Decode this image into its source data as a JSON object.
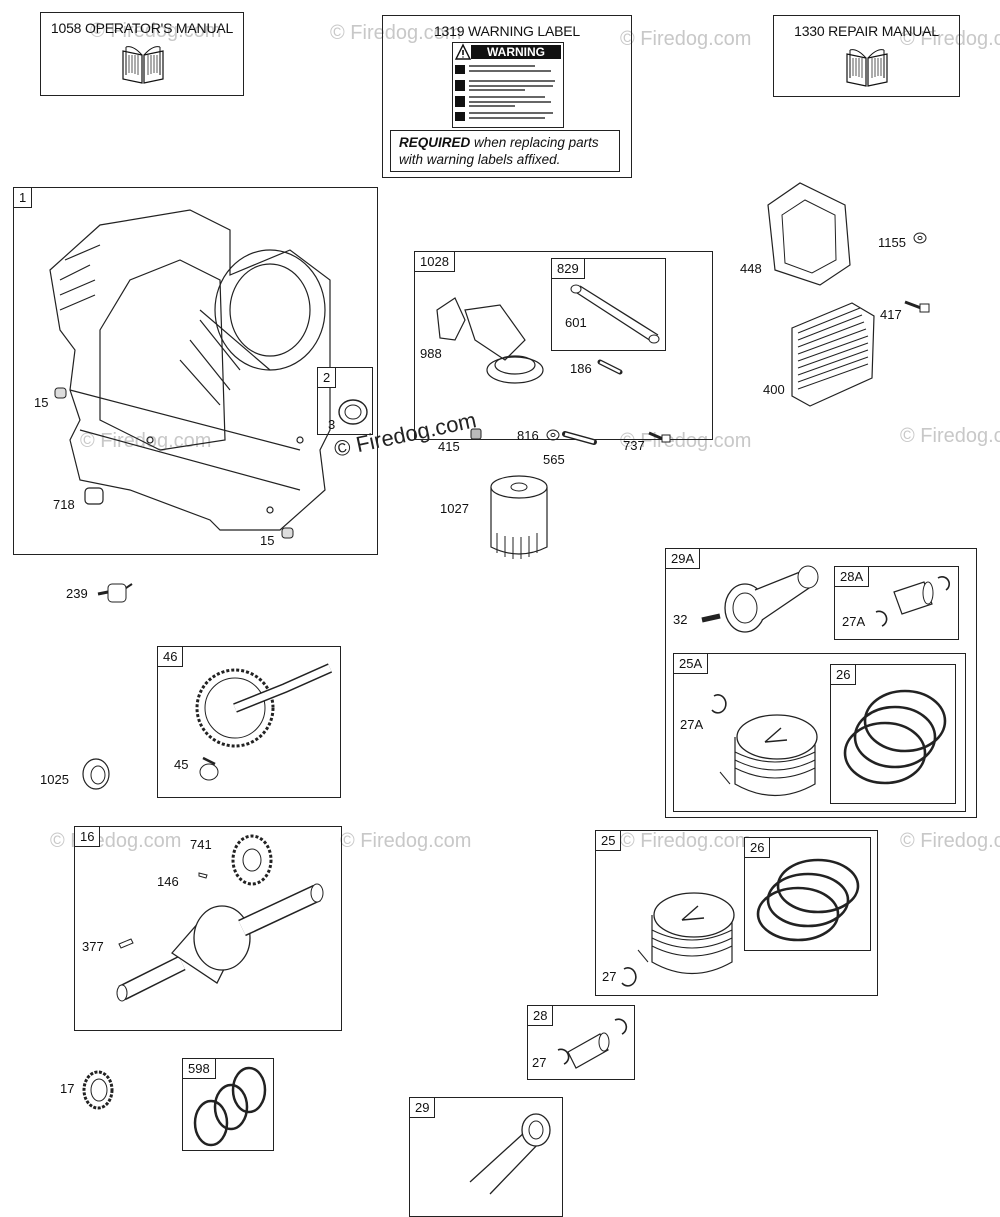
{
  "manuals": {
    "operators": "1058 OPERATOR'S MANUAL",
    "warning": "1319 WARNING LABEL",
    "repair": "1330 REPAIR MANUAL"
  },
  "warning_label": {
    "heading": "WARNING",
    "required_bold": "REQUIRED",
    "required_text": "when replacing parts with warning labels affixed."
  },
  "watermark": "© Firedog.com",
  "boxes": {
    "b1": "1",
    "b2": "2",
    "b1028": "1028",
    "b829": "829",
    "b29A": "29A",
    "b28A": "28A",
    "b25A": "25A",
    "b26a": "26",
    "b46": "46",
    "b16": "16",
    "b25": "25",
    "b26b": "26",
    "b28": "28",
    "b598": "598",
    "b29": "29"
  },
  "parts": {
    "p15a": "15",
    "p15b": "15",
    "p3": "3",
    "p718": "718",
    "p239": "239",
    "p988": "988",
    "p601": "601",
    "p186": "186",
    "p415": "415",
    "p816": "816",
    "p565": "565",
    "p737": "737",
    "p1027": "1027",
    "p448": "448",
    "p1155": "1155",
    "p417": "417",
    "p400": "400",
    "p32": "32",
    "p27A_a": "27A",
    "p27A_b": "27A",
    "p45": "45",
    "p1025": "1025",
    "p741": "741",
    "p146": "146",
    "p377": "377",
    "p27a": "27",
    "p27b": "27",
    "p17": "17"
  }
}
